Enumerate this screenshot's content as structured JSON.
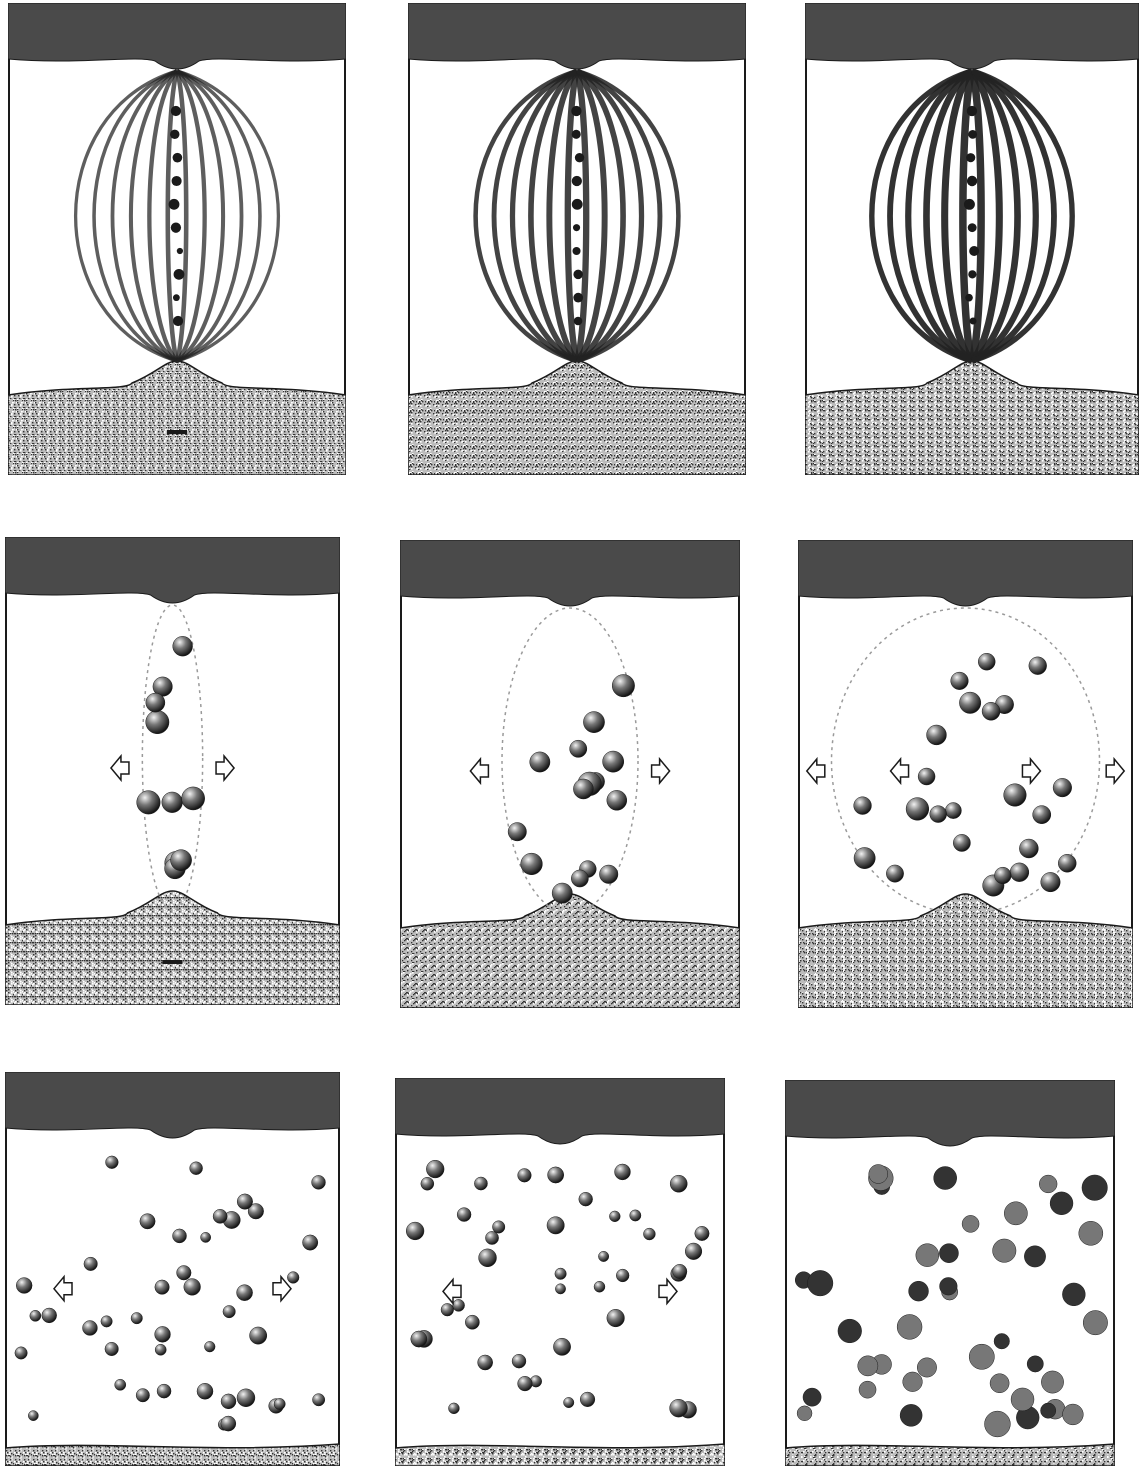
{
  "figure": {
    "description_printed_text": "",
    "colors": {
      "ink": "#1a1a1a",
      "cap": "#4a4a4a",
      "paper": "#ffffff",
      "fiber": "#222222"
    },
    "rows": [
      {
        "row_id": "spindle-closing",
        "panels": [
          {
            "id": "panel-1",
            "stage": "spindle",
            "fiber_darkness": 0.45,
            "chromosome_shape": "dots",
            "scale_bar": true,
            "mode": "spindle"
          },
          {
            "id": "panel-2",
            "stage": "spindle",
            "fiber_darkness": 0.75,
            "chromosome_shape": "dots",
            "scale_bar": false,
            "mode": "spindle"
          },
          {
            "id": "panel-3",
            "stage": "spindle",
            "fiber_darkness": 0.95,
            "chromosome_shape": "dots",
            "scale_bar": false,
            "mode": "spindle"
          }
        ]
      },
      {
        "row_id": "pore-expanding",
        "panels": [
          {
            "id": "panel-4",
            "stage": "pore",
            "pore_width": 0.18,
            "arrows": 2,
            "scale_bar": true,
            "mode": "pore"
          },
          {
            "id": "panel-5",
            "stage": "pore",
            "pore_width": 0.4,
            "arrows": 2,
            "scale_bar": false,
            "mode": "pore"
          },
          {
            "id": "panel-6",
            "stage": "pore",
            "pore_width": 0.8,
            "arrows": 4,
            "scale_bar": false,
            "mode": "pore"
          }
        ]
      },
      {
        "row_id": "dispersal",
        "panels": [
          {
            "id": "panel-7",
            "stage": "dispersal",
            "arrows": 2,
            "scale_bar": false,
            "mode": "scatter"
          },
          {
            "id": "panel-8",
            "stage": "dispersal",
            "arrows": 2,
            "scale_bar": false,
            "mode": "scatter"
          },
          {
            "id": "panel-9",
            "stage": "dispersal",
            "arrows": 0,
            "scale_bar": false,
            "mode": "scatter-dark"
          }
        ]
      }
    ]
  }
}
